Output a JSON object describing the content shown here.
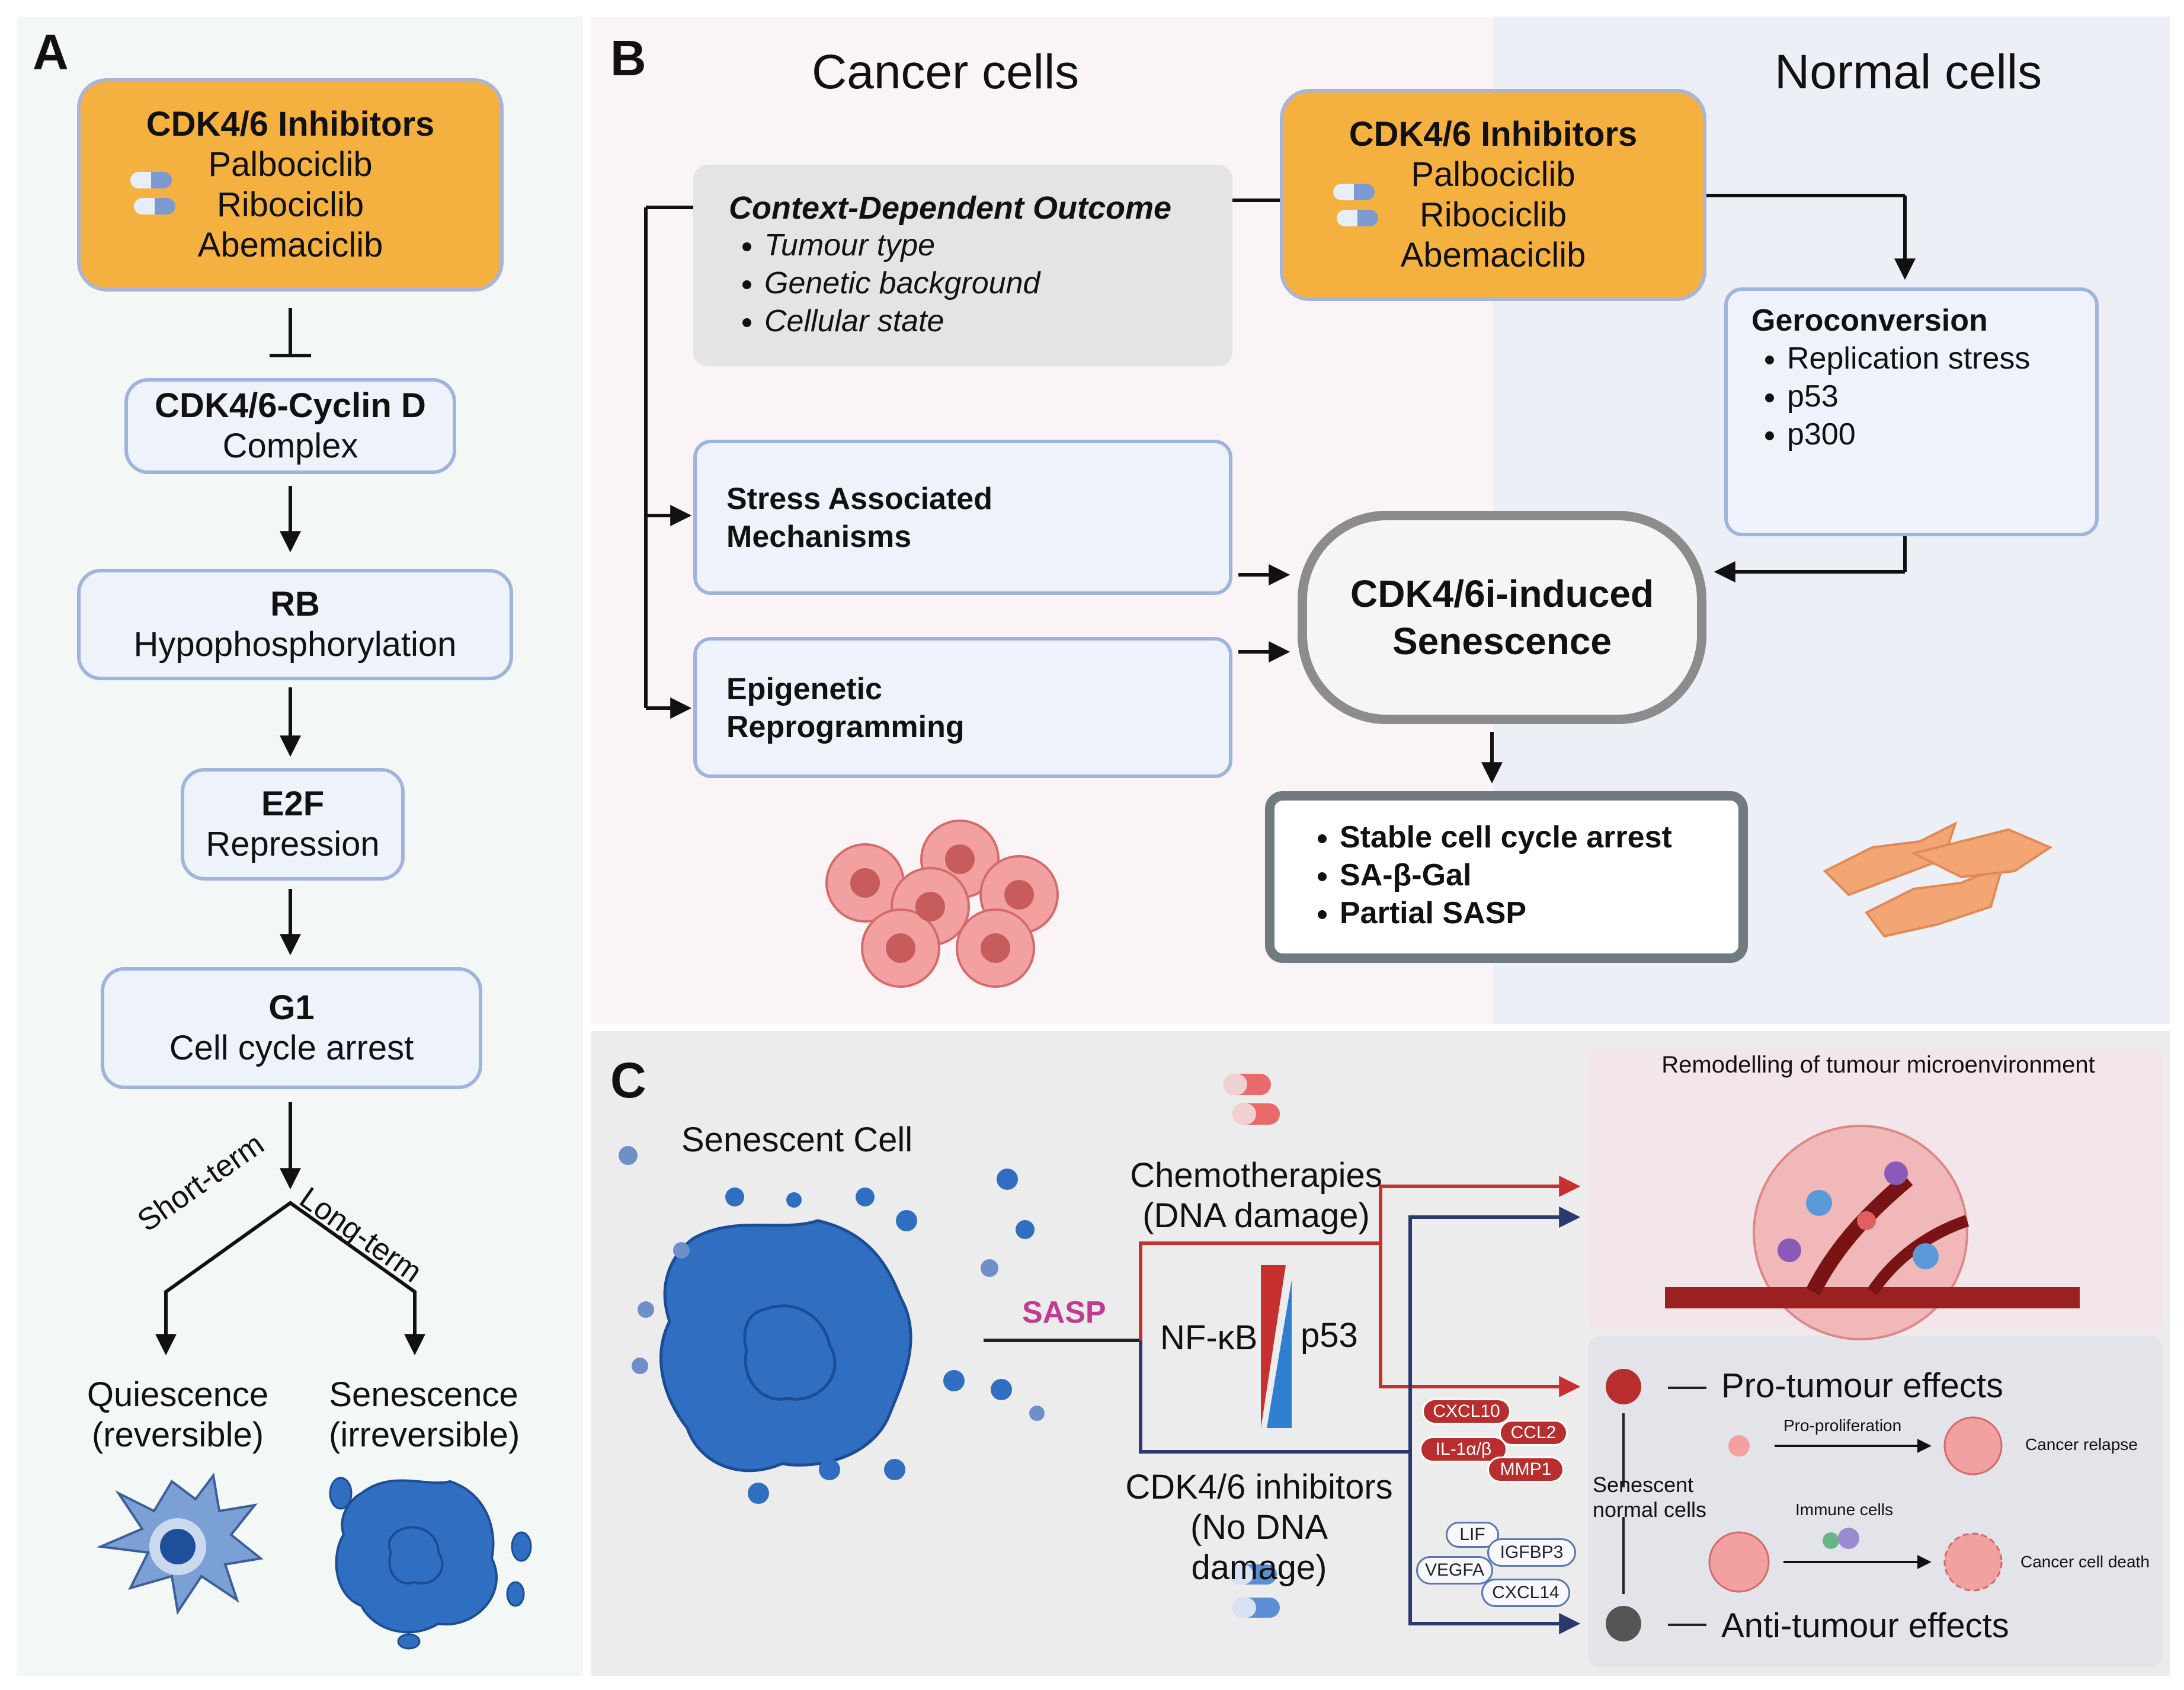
{
  "panelA": {
    "letter": "A",
    "inhibitors": {
      "title": "CDK4/6 Inhibitors",
      "drugs": [
        "Palbociclib",
        "Ribociclib",
        "Abemaciclib"
      ]
    },
    "complex": {
      "bold": "CDK4/6-Cyclin D",
      "text": "Complex"
    },
    "rb": {
      "bold": "RB",
      "text": "Hypophosphorylation"
    },
    "e2f": {
      "bold": "E2F",
      "text": "Repression"
    },
    "g1": {
      "bold": "G1",
      "text": "Cell cycle arrest"
    },
    "branch_short": "Short-term",
    "branch_long": "Long-term",
    "quiescence": [
      "Quiescence",
      "(reversible)"
    ],
    "senescence": [
      "Senescence",
      "(irreversible)"
    ]
  },
  "panelB": {
    "letter": "B",
    "cancer_header": "Cancer cells",
    "normal_header": "Normal cells",
    "context": {
      "title": "Context-Dependent Outcome",
      "items": [
        "Tumour type",
        "Genetic background",
        "Cellular state"
      ]
    },
    "inhibitors": {
      "title": "CDK4/6 Inhibitors",
      "drugs": [
        "Palbociclib",
        "Ribociclib",
        "Abemaciclib"
      ]
    },
    "geroconversion": {
      "title": "Geroconversion",
      "items": [
        "Replication stress",
        "p53",
        "p300"
      ]
    },
    "stress": [
      "Stress Associated",
      "Mechanisms"
    ],
    "epigenetic": [
      "Epigenetic",
      "Reprogramming"
    ],
    "senescence_center": [
      "CDK4/6i-induced",
      "Senescence"
    ],
    "outcomes": [
      "Stable cell cycle arrest",
      "SA-β-Gal",
      "Partial SASP"
    ]
  },
  "panelC": {
    "letter": "C",
    "senescent_cell": "Senescent Cell",
    "sasp": "SASP",
    "nfkb": "NF-κB",
    "p53": "p53",
    "chemo": [
      "Chemotherapies",
      "(DNA damage)"
    ],
    "cdk_inh": [
      "CDK4/6 inhibitors",
      "(No DNA damage)"
    ],
    "remodelling": "Remodelling of tumour microenvironment",
    "pro_tumour": "Pro-tumour effects",
    "anti_tumour": "Anti-tumour effects",
    "senescent_normal": [
      "Senescent",
      "normal cells"
    ],
    "pro_proliferation": "Pro-proliferation",
    "cancer_relapse": "Cancer relapse",
    "immune_cells": "Immune cells",
    "cancer_cell_death": "Cancer cell death",
    "red_factors": [
      "CXCL10",
      "CCL2",
      "IL-1α/β",
      "MMP1"
    ],
    "white_factors": [
      "LIF",
      "IGFBP3",
      "VEGFA",
      "CXCL14"
    ]
  },
  "colors": {
    "orange": "#f4b13f",
    "blue_fill": "#eef3fb",
    "blue_border": "#9fb4dc",
    "red": "#c6312f",
    "navy": "#2a3a6f",
    "cell_blue": "#2f6ec0",
    "sasp_magenta": "#c23a8f"
  }
}
